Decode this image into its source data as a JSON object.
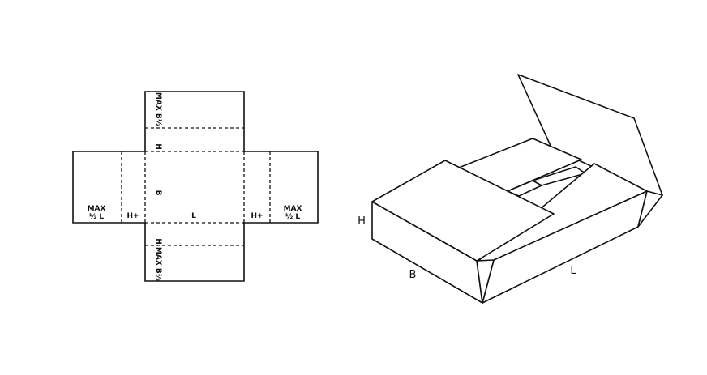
{
  "flat_net": {
    "left_flap": {
      "line1": "MAX",
      "line2": "½ L"
    },
    "left_side": "H+",
    "center": "L",
    "center_vertical": "B",
    "right_side": "H+",
    "right_flap": {
      "line1": "MAX",
      "line2": "½ L"
    },
    "top_side": "H",
    "top_flap": "MAX B½",
    "bottom_side": "H",
    "bottom_flap": "MAX B½"
  },
  "box_3d": {
    "height_label": "H",
    "width_label": "B",
    "length_label": "L"
  }
}
